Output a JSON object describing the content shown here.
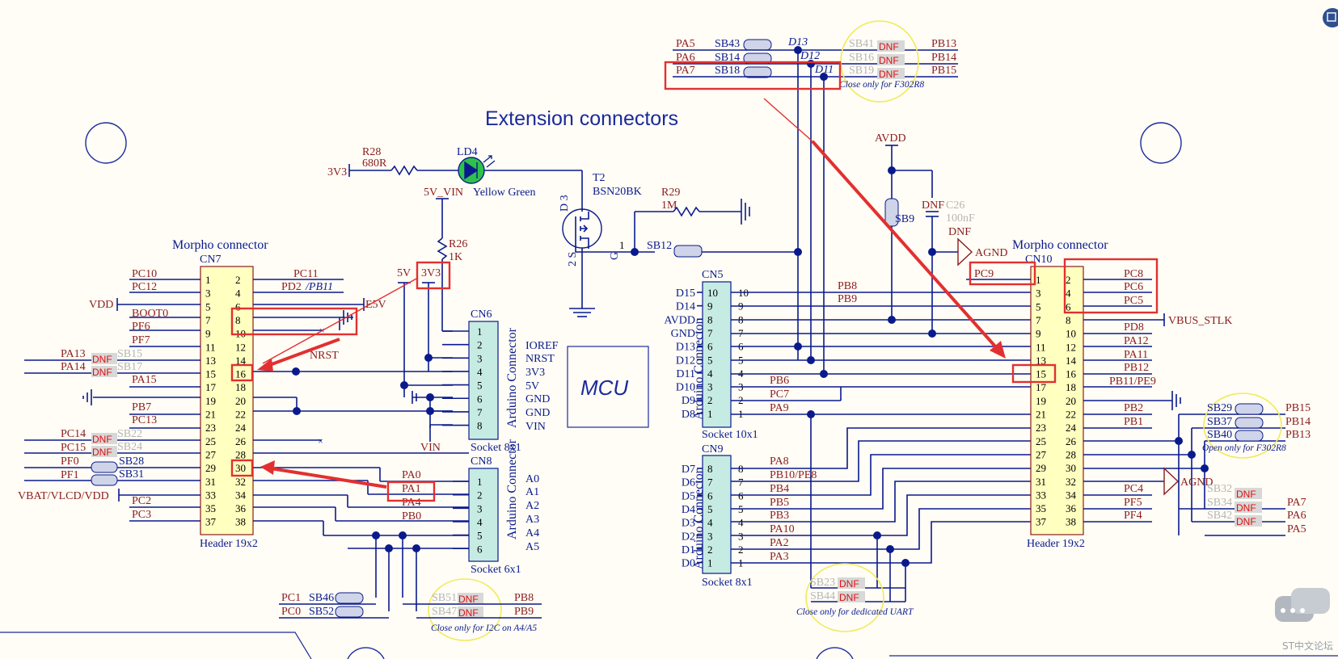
{
  "title": "Extension connectors",
  "mcu_label": "MCU",
  "cn7": {
    "label": "Morpho connector",
    "ref": "CN7",
    "footer": "Header 19x2",
    "left_nets": [
      "PC10",
      "PC12",
      "BOOT0",
      "PF6",
      "PF7",
      "PA15",
      "PB7",
      "PC13",
      "PF0",
      "PF1",
      "PC2",
      "PC3"
    ],
    "left_outer": [
      "VDD",
      "PA13",
      "PA14",
      "PC14",
      "PC15",
      "VBAT/VLCD/VDD"
    ],
    "right_nets": [
      "PC11",
      "PD2",
      "/PB11",
      "E5V",
      "NRST"
    ]
  },
  "cn10": {
    "label": "Morpho connector",
    "ref": "CN10",
    "footer": "Header 19x2",
    "right_nets": [
      "PC8",
      "PC6",
      "PC5",
      "VBUS_STLK",
      "PD8",
      "PA12",
      "PA11",
      "PB12",
      "PB11/PE9",
      "PB2",
      "PB1",
      "PC4",
      "PF5",
      "PF4"
    ],
    "left_nets": [
      "PC9"
    ]
  },
  "cn6": {
    "ref": "CN6",
    "side": "Arduino Connector",
    "footer": "Socket 8x1",
    "pins": [
      "IOREF",
      "NRST",
      "3V3",
      "5V",
      "GND",
      "GND",
      "VIN"
    ]
  },
  "cn8": {
    "ref": "CN8",
    "side": "Arduino Connector",
    "footer": "Socket 6x1",
    "pins": [
      "A0",
      "A1",
      "A2",
      "A3",
      "A4",
      "A5"
    ],
    "nets": [
      "PA0",
      "PA1",
      "PA4",
      "PB0"
    ]
  },
  "cn5": {
    "ref": "CN5",
    "side": "Arduino Connector",
    "footer": "Socket 10x1",
    "pins": [
      "D15",
      "D14",
      "AVDD",
      "GND",
      "D13",
      "D12",
      "D11",
      "D10",
      "D9",
      "D8"
    ],
    "nets": [
      "PB8",
      "PB9",
      "PB6",
      "PC7",
      "PA9"
    ]
  },
  "cn9": {
    "ref": "CN9",
    "side": "Arduino Connector",
    "footer": "Socket 8x1",
    "pins": [
      "D7",
      "D6",
      "D5",
      "D4",
      "D3",
      "D2",
      "D1",
      "D0"
    ],
    "nets": [
      "PA8",
      "PB10/PE8",
      "PB4",
      "PB5",
      "PB3",
      "PA10",
      "PA2",
      "PA3"
    ]
  },
  "led": {
    "ref": "LD4",
    "desc": "Yellow Green"
  },
  "r28": {
    "ref": "R28",
    "val": "680R"
  },
  "r26": {
    "ref": "R26",
    "val": "1K"
  },
  "r29": {
    "ref": "R29",
    "val": "1M"
  },
  "t2": {
    "ref": "T2",
    "val": "BSN20BK"
  },
  "c26": {
    "ref": "C26",
    "val": "100nF"
  },
  "misc": {
    "v3v3": "3V3",
    "v5vin": "5V_VIN",
    "v5v": "5V",
    "vin": "VIN",
    "avdd": "AVDD",
    "agnd": "AGND",
    "dnf": "DNF",
    "sb12": "SB12",
    "sb9": "SB9"
  },
  "top": {
    "nets_left": [
      "PA5",
      "PA6",
      "PA7"
    ],
    "sb": [
      "SB43",
      "SB14",
      "SB18"
    ],
    "d": [
      "D13",
      "D12",
      "D11"
    ],
    "sb_grey": [
      "SB41",
      "SB16",
      "SB19"
    ],
    "nets_right": [
      "PB13",
      "PB14",
      "PB15"
    ],
    "note": "Close only for F302R8"
  },
  "bottom_left": {
    "sb": [
      "SB46",
      "SB52"
    ],
    "nets": [
      "PC1",
      "PC0"
    ],
    "sb_grey": [
      "SB51",
      "SB47"
    ],
    "nets_right": [
      "PB8",
      "PB9"
    ],
    "note": "Close only for I2C on A4/A5"
  },
  "bottom_mid": {
    "sb_grey": [
      "SB23",
      "SB44"
    ],
    "note": "Close only for dedicated UART"
  },
  "right_sb": {
    "sb": [
      "SB29",
      "SB37",
      "SB40"
    ],
    "nets": [
      "PB15",
      "PB14",
      "PB13"
    ],
    "note": "Open only for F302R8",
    "sb_grey": [
      "SB32",
      "SB34",
      "SB42"
    ],
    "nets2": [
      "PA7",
      "PA6",
      "PA5"
    ]
  },
  "cn7_sb": {
    "grey": [
      "SB15",
      "SB17",
      "SB22",
      "SB24"
    ],
    "sb": [
      "SB28",
      "SB31"
    ]
  },
  "watermark": "ST中文论坛"
}
